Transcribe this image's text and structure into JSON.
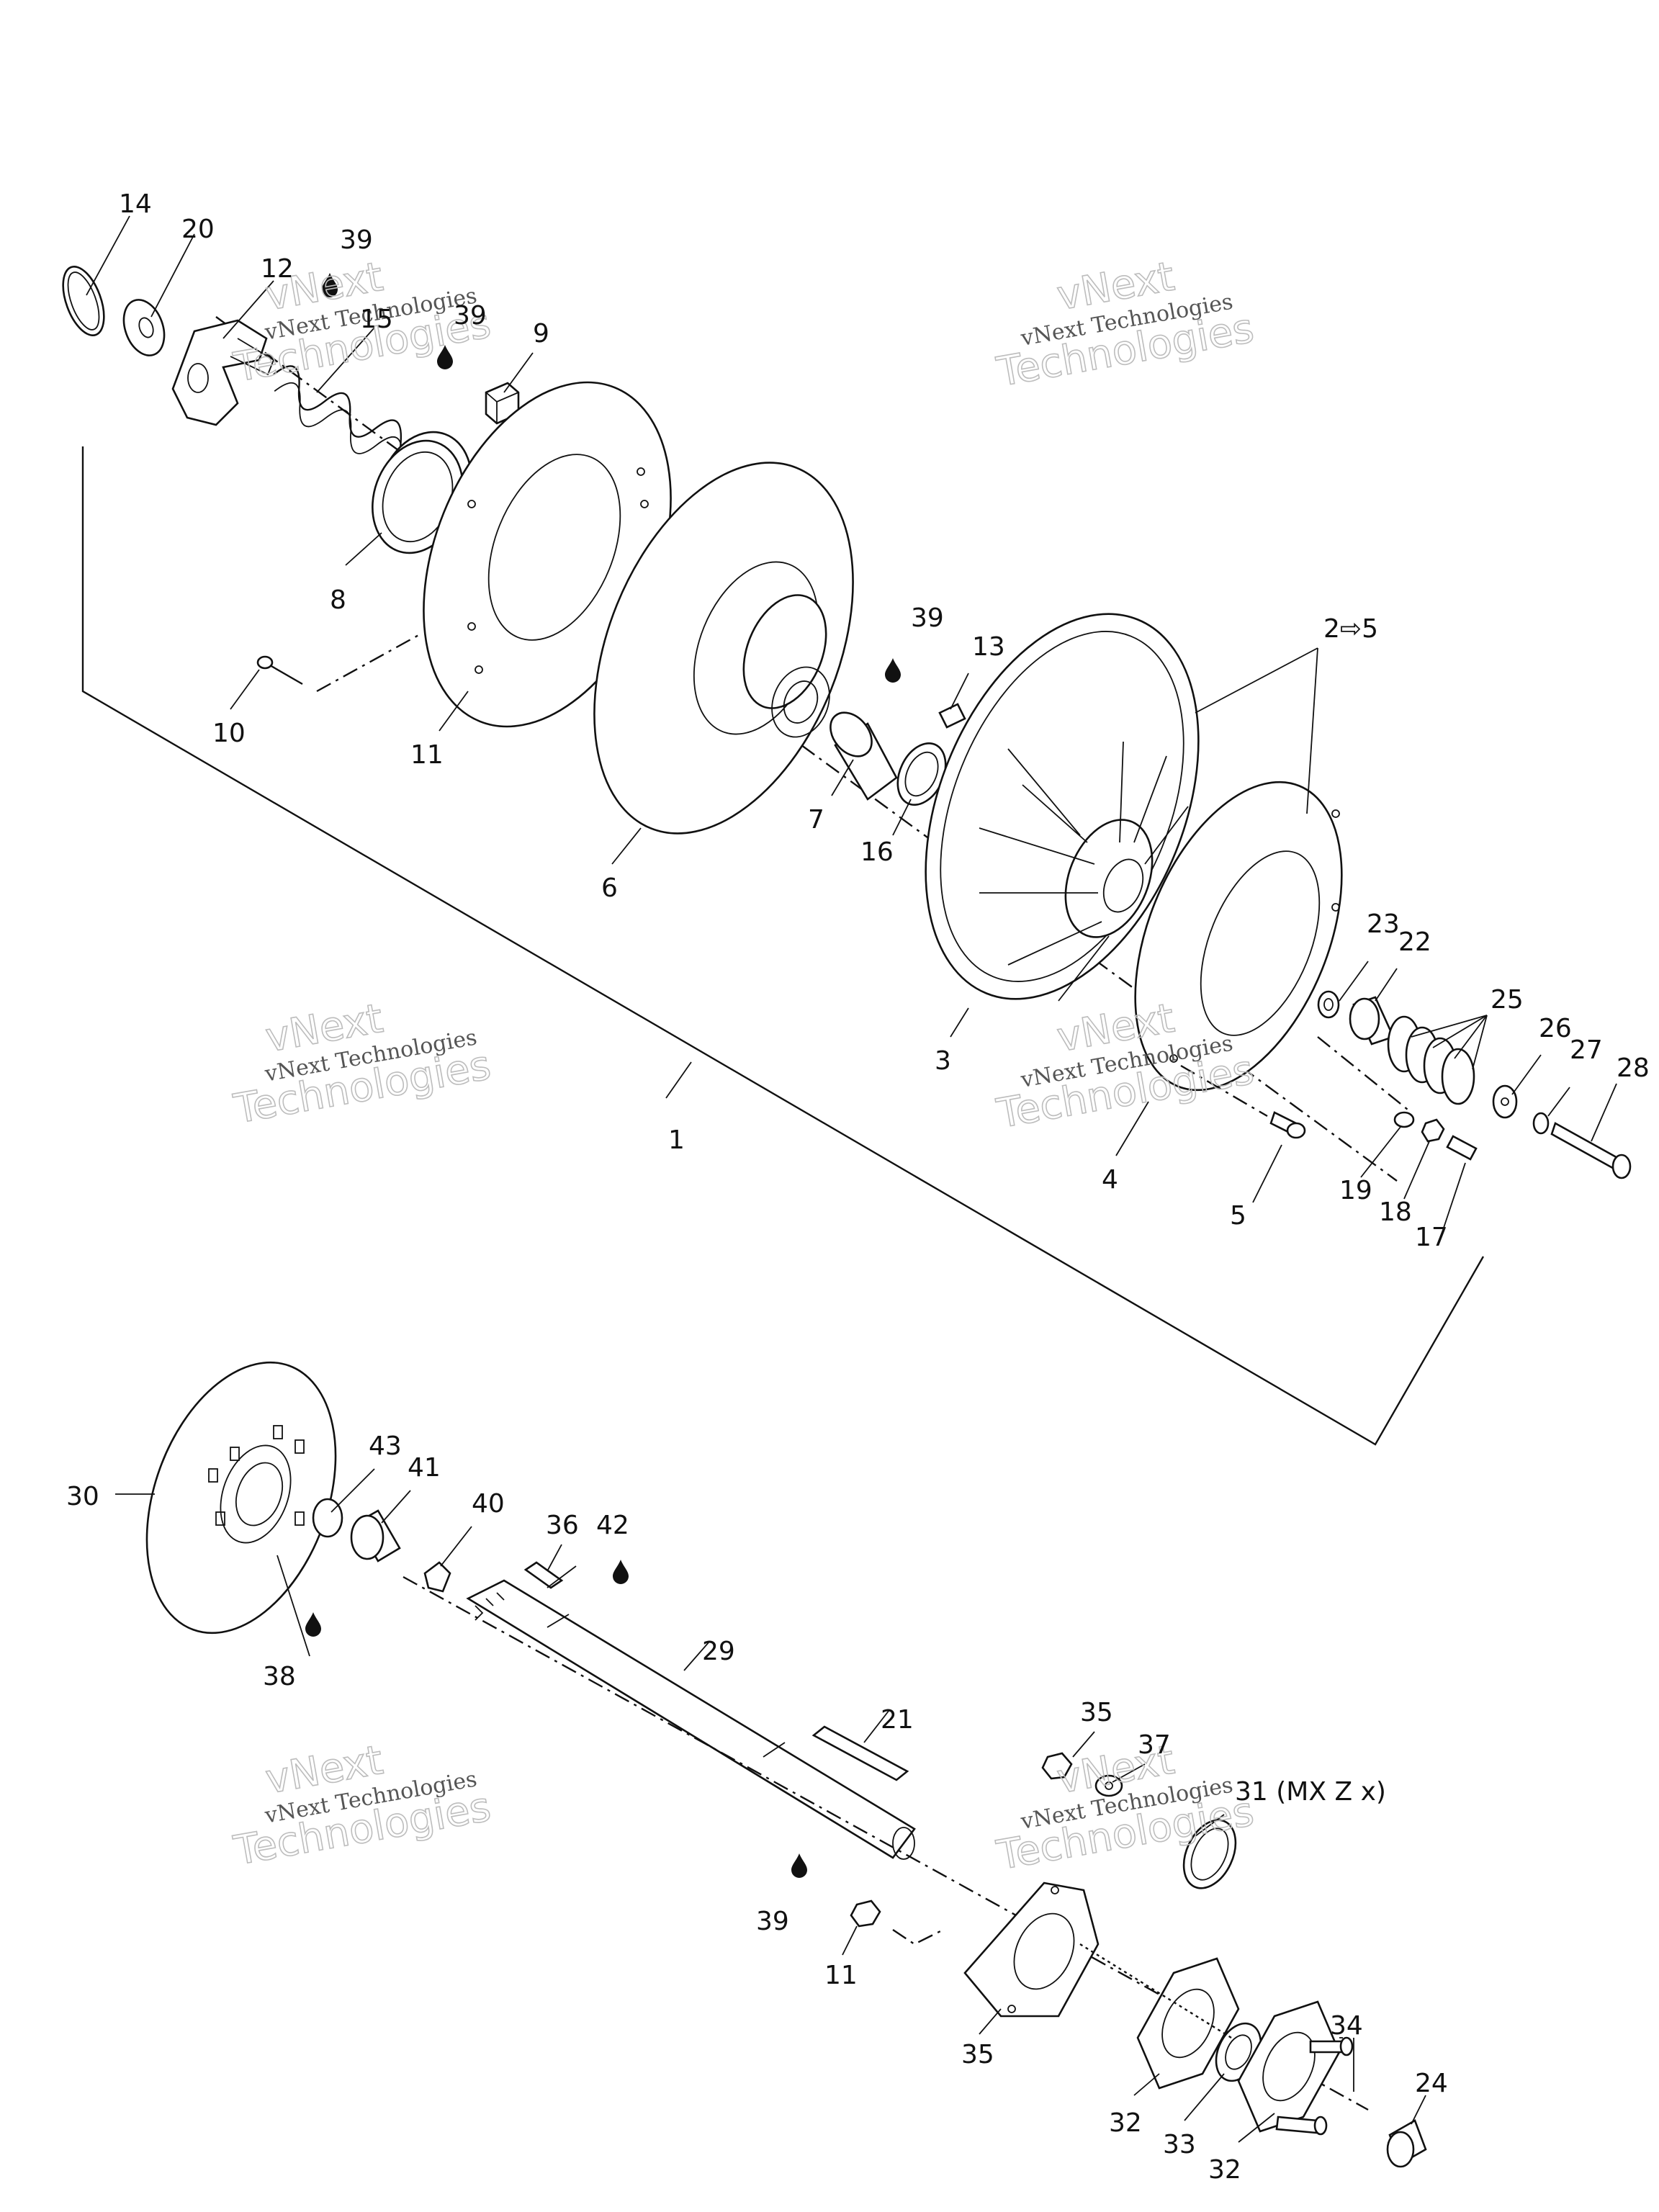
{
  "watermark": {
    "line1": "vNext Technologies",
    "line2": "vNext",
    "line3": "Technologies"
  },
  "callouts": {
    "c1": "1",
    "c2_5": "2⇨5",
    "c3": "3",
    "c4": "4",
    "c5": "5",
    "c6": "6",
    "c7": "7",
    "c8": "8",
    "c9": "9",
    "c10": "10",
    "c11a": "11",
    "c11b": "11",
    "c12": "12",
    "c13": "13",
    "c14": "14",
    "c15": "15",
    "c16": "16",
    "c17": "17",
    "c18": "18",
    "c19": "19",
    "c20": "20",
    "c21": "21",
    "c22": "22",
    "c23": "23",
    "c24": "24",
    "c25": "25",
    "c26": "26",
    "c27": "27",
    "c28": "28",
    "c29": "29",
    "c30": "30",
    "c31": "31 (MX Z x)",
    "c32a": "32",
    "c32b": "32",
    "c33": "33",
    "c34": "34",
    "c35a": "35",
    "c35b": "35",
    "c36": "36",
    "c37": "37",
    "c38": "38",
    "c39a": "39",
    "c39b": "39",
    "c39c": "39",
    "c39d": "39",
    "c40": "40",
    "c41": "41",
    "c42": "42",
    "c43": "43"
  },
  "icons": [
    "lubricant-drop-icon"
  ]
}
